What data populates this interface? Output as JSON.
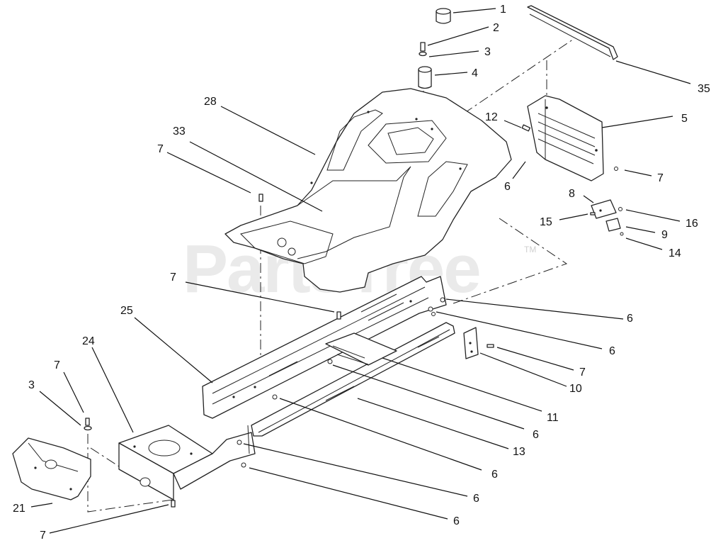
{
  "watermark": {
    "text": "PartsTree",
    "trademark": "TM"
  },
  "callouts": [
    {
      "id": "c1",
      "label": "1"
    },
    {
      "id": "c2",
      "label": "2"
    },
    {
      "id": "c3",
      "label": "3"
    },
    {
      "id": "c4",
      "label": "4"
    },
    {
      "id": "c35",
      "label": "35"
    },
    {
      "id": "c28",
      "label": "28"
    },
    {
      "id": "c12",
      "label": "12"
    },
    {
      "id": "c5",
      "label": "5"
    },
    {
      "id": "c33",
      "label": "33"
    },
    {
      "id": "c7a",
      "label": "7"
    },
    {
      "id": "c6a",
      "label": "6"
    },
    {
      "id": "c8",
      "label": "8"
    },
    {
      "id": "c7b",
      "label": "7"
    },
    {
      "id": "c15",
      "label": "15"
    },
    {
      "id": "c16",
      "label": "16"
    },
    {
      "id": "c9",
      "label": "9"
    },
    {
      "id": "c14",
      "label": "14"
    },
    {
      "id": "c7c",
      "label": "7"
    },
    {
      "id": "c6b",
      "label": "6"
    },
    {
      "id": "c25",
      "label": "25"
    },
    {
      "id": "c6c",
      "label": "6"
    },
    {
      "id": "c24",
      "label": "24"
    },
    {
      "id": "c7d",
      "label": "7"
    },
    {
      "id": "c10",
      "label": "10"
    },
    {
      "id": "c7e",
      "label": "7"
    },
    {
      "id": "c3b",
      "label": "3"
    },
    {
      "id": "c11",
      "label": "11"
    },
    {
      "id": "c6d",
      "label": "6"
    },
    {
      "id": "c13",
      "label": "13"
    },
    {
      "id": "c6e",
      "label": "6"
    },
    {
      "id": "c21",
      "label": "21"
    },
    {
      "id": "c6f",
      "label": "6"
    },
    {
      "id": "c7f",
      "label": "7"
    },
    {
      "id": "c6g",
      "label": "6"
    }
  ]
}
